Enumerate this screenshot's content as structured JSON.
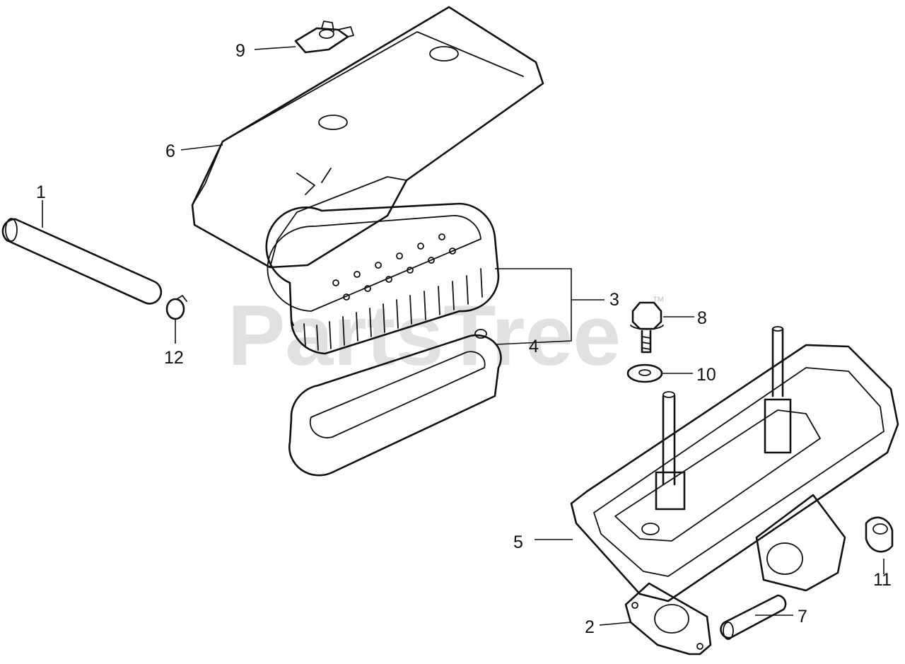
{
  "watermark": {
    "text": "PartsTree",
    "trademark": "™"
  },
  "parts": [
    {
      "id": "9",
      "label": "9"
    },
    {
      "id": "6",
      "label": "6"
    },
    {
      "id": "1",
      "label": "1"
    },
    {
      "id": "12",
      "label": "12"
    },
    {
      "id": "3",
      "label": "3"
    },
    {
      "id": "4",
      "label": "4"
    },
    {
      "id": "8",
      "label": "8"
    },
    {
      "id": "10",
      "label": "10"
    },
    {
      "id": "5",
      "label": "5"
    },
    {
      "id": "11",
      "label": "11"
    },
    {
      "id": "2",
      "label": "2"
    },
    {
      "id": "7",
      "label": "7"
    }
  ],
  "colors": {
    "ink": "#111111",
    "watermark": "#c8c8c8",
    "background": "#ffffff"
  }
}
